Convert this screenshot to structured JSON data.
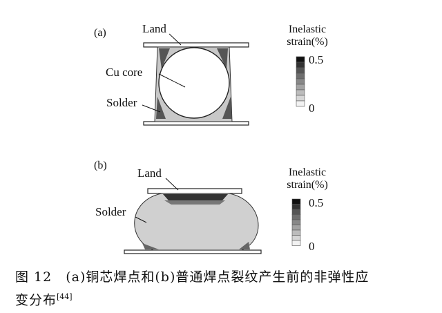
{
  "figure_a": {
    "panel_label": "(a)",
    "land_label": "Land",
    "core_label": "Cu core",
    "solder_label": "Solder",
    "legend_title_line1": "Inelastic",
    "legend_title_line2": "strain(%)",
    "legend_max": "0.5",
    "legend_min": "0"
  },
  "figure_b": {
    "panel_label": "(b)",
    "land_label": "Land",
    "solder_label": "Solder",
    "legend_title_line1": "Inelastic",
    "legend_title_line2": "strain(%)",
    "legend_max": "0.5",
    "legend_min": "0"
  },
  "legend_colors": [
    "#111111",
    "#333333",
    "#555555",
    "#6e6e6e",
    "#888888",
    "#a2a2a2",
    "#bcbcbc",
    "#d6d6d6",
    "#f2f2f2"
  ],
  "caption": {
    "line1": "图 12　(a)铜芯焊点和(b)普通焊点裂纹产生前的非弹性应",
    "line2": "变分布",
    "ref": "[44]"
  }
}
